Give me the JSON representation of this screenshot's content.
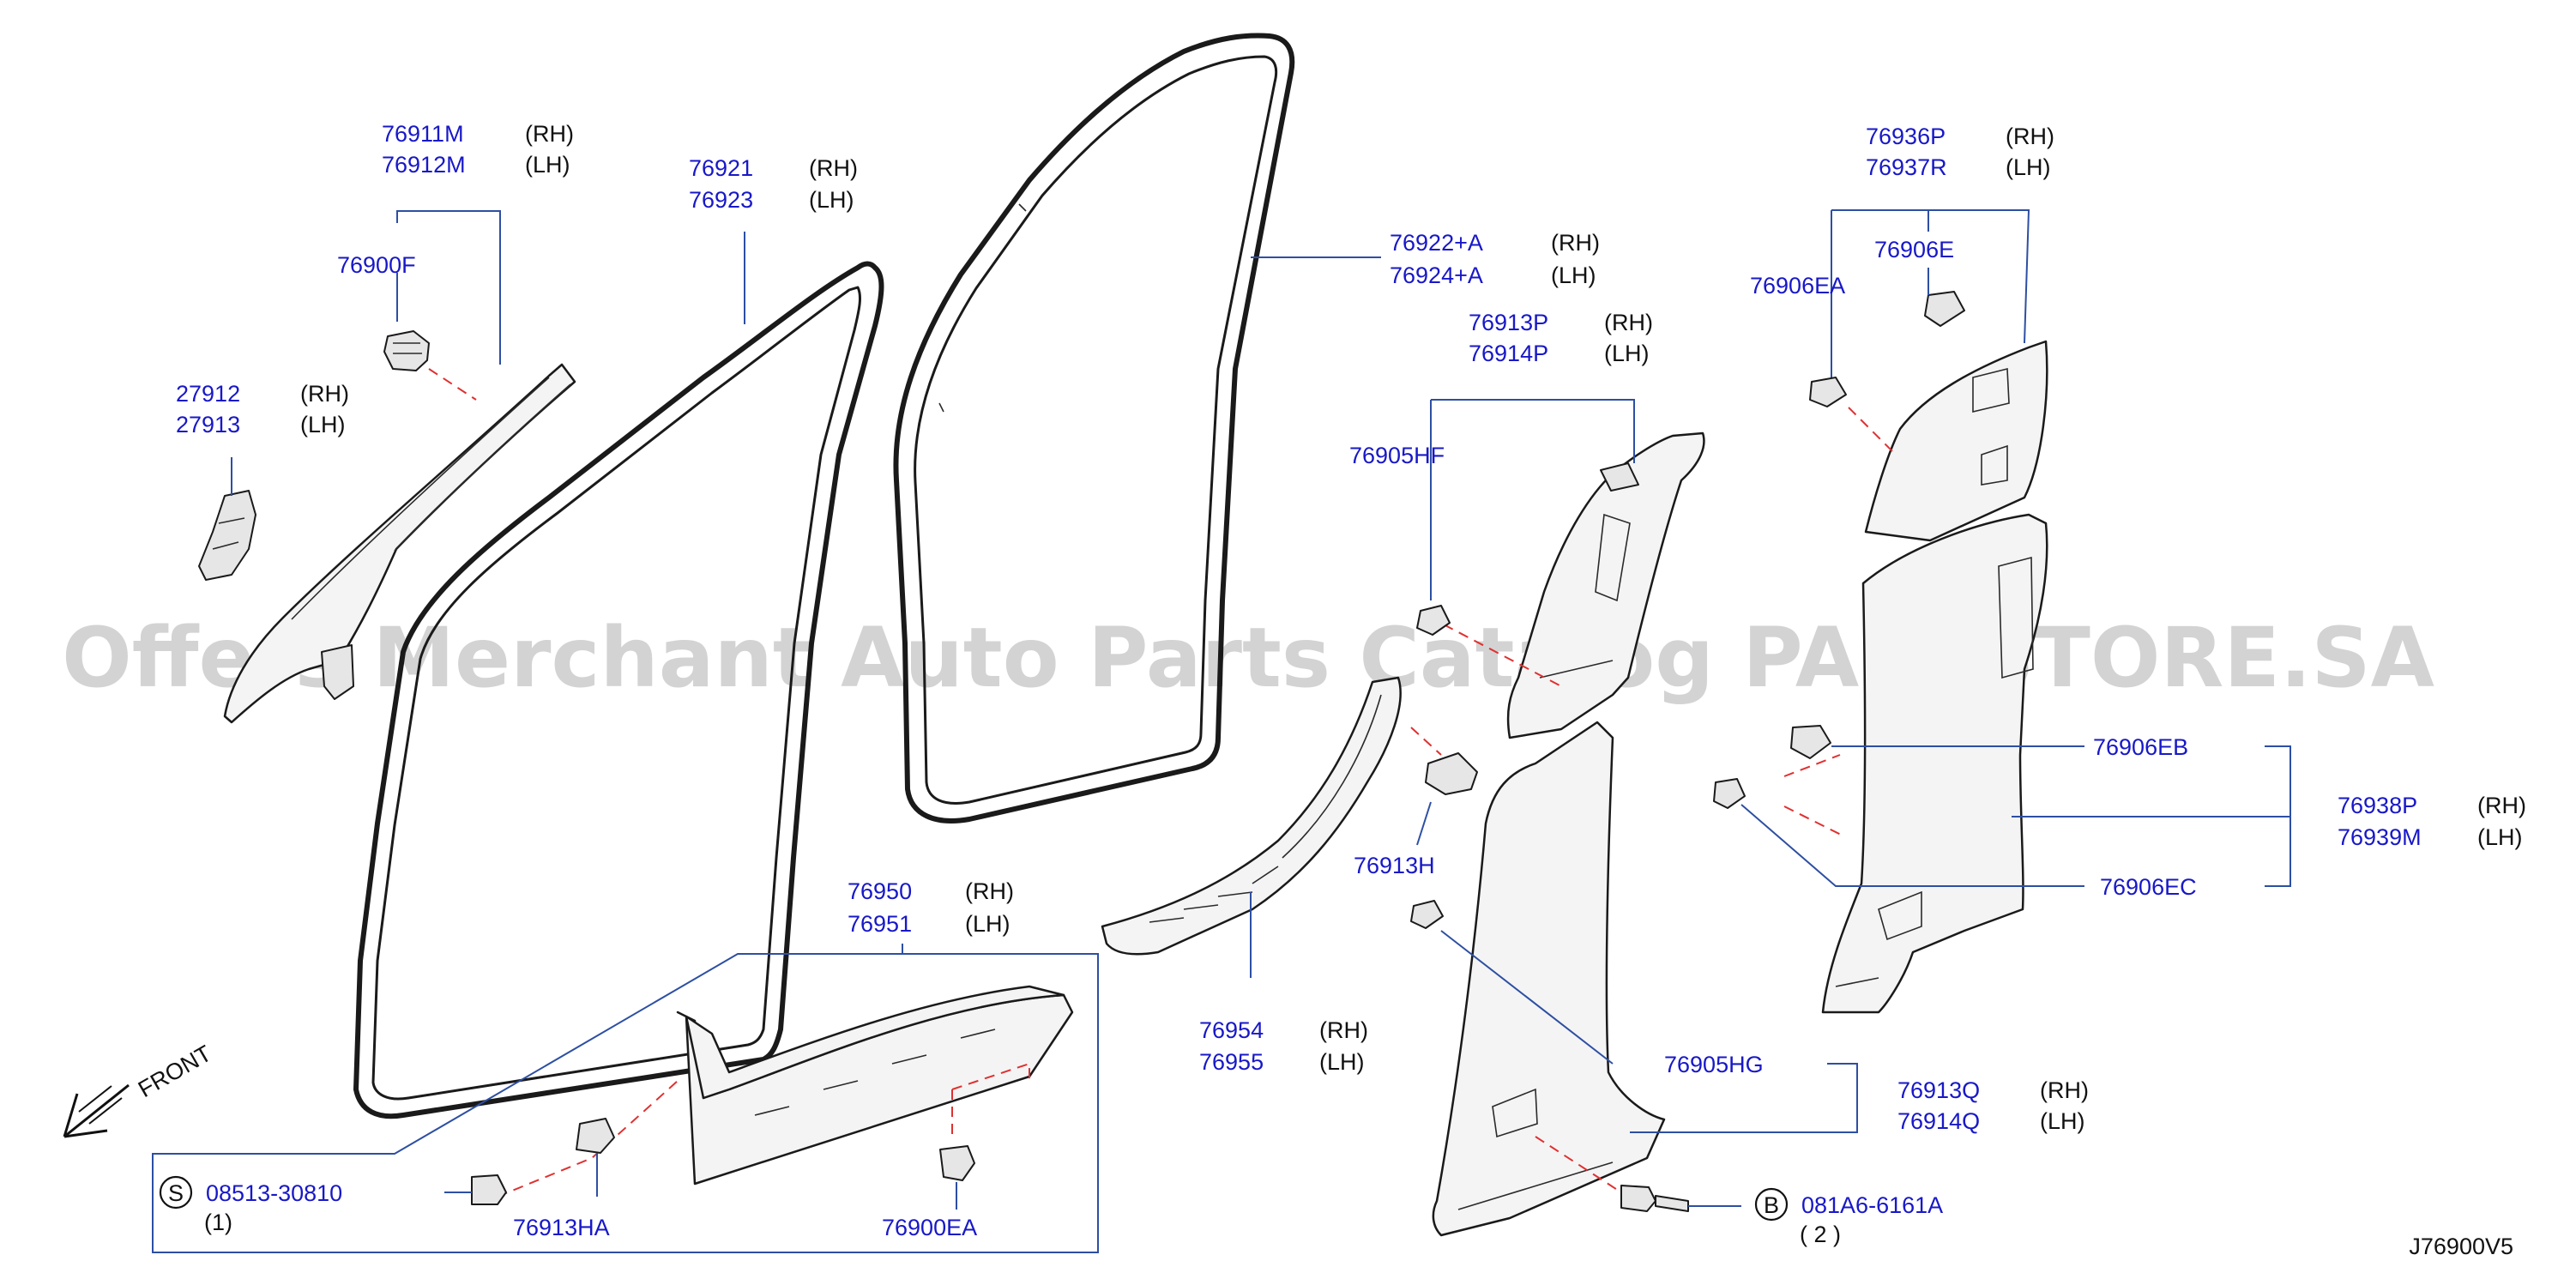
{
  "diagram": {
    "watermark": "Offers Merchant Auto Parts Catalog PARTSTORE.SA",
    "diagram_code": "J76900V5",
    "front_label": "FRONT",
    "labels": {
      "p76911M": "76911M",
      "p76911M_side": "(RH)",
      "p76912M": "76912M",
      "p76912M_side": "(LH)",
      "p76900F": "76900F",
      "p27912": "27912",
      "p27912_side": "(RH)",
      "p27913": "27913",
      "p27913_side": "(LH)",
      "p76921": "76921",
      "p76921_side": "(RH)",
      "p76923": "76923",
      "p76923_side": "(LH)",
      "p76922A": "76922+A",
      "p76922A_side": "(RH)",
      "p76924A": "76924+A",
      "p76924A_side": "(LH)",
      "p76913P": "76913P",
      "p76913P_side": "(RH)",
      "p76914P": "76914P",
      "p76914P_side": "(LH)",
      "p76905HF": "76905HF",
      "p76913H": "76913H",
      "p76936P": "76936P",
      "p76936P_side": "(RH)",
      "p76937R": "76937R",
      "p76937R_side": "(LH)",
      "p76906E": "76906E",
      "p76906EA": "76906EA",
      "p76906EB": "76906EB",
      "p76906EC": "76906EC",
      "p76938P": "76938P",
      "p76938P_side": "(RH)",
      "p76939M": "76939M",
      "p76939M_side": "(LH)",
      "p76950": "76950",
      "p76950_side": "(RH)",
      "p76951": "76951",
      "p76951_side": "(LH)",
      "p76954": "76954",
      "p76954_side": "(RH)",
      "p76955": "76955",
      "p76955_side": "(LH)",
      "p76905HG": "76905HG",
      "p76913Q": "76913Q",
      "p76913Q_side": "(RH)",
      "p76914Q": "76914Q",
      "p76914Q_side": "(LH)",
      "p08513": "08513-30810",
      "p08513_qty": "(1)",
      "p08513_sym": "S",
      "p76913HA": "76913HA",
      "p76900EA": "76900EA",
      "p081A6": "081A6-6161A",
      "p081A6_qty": "( 2 )",
      "p081A6_sym": "B"
    }
  }
}
